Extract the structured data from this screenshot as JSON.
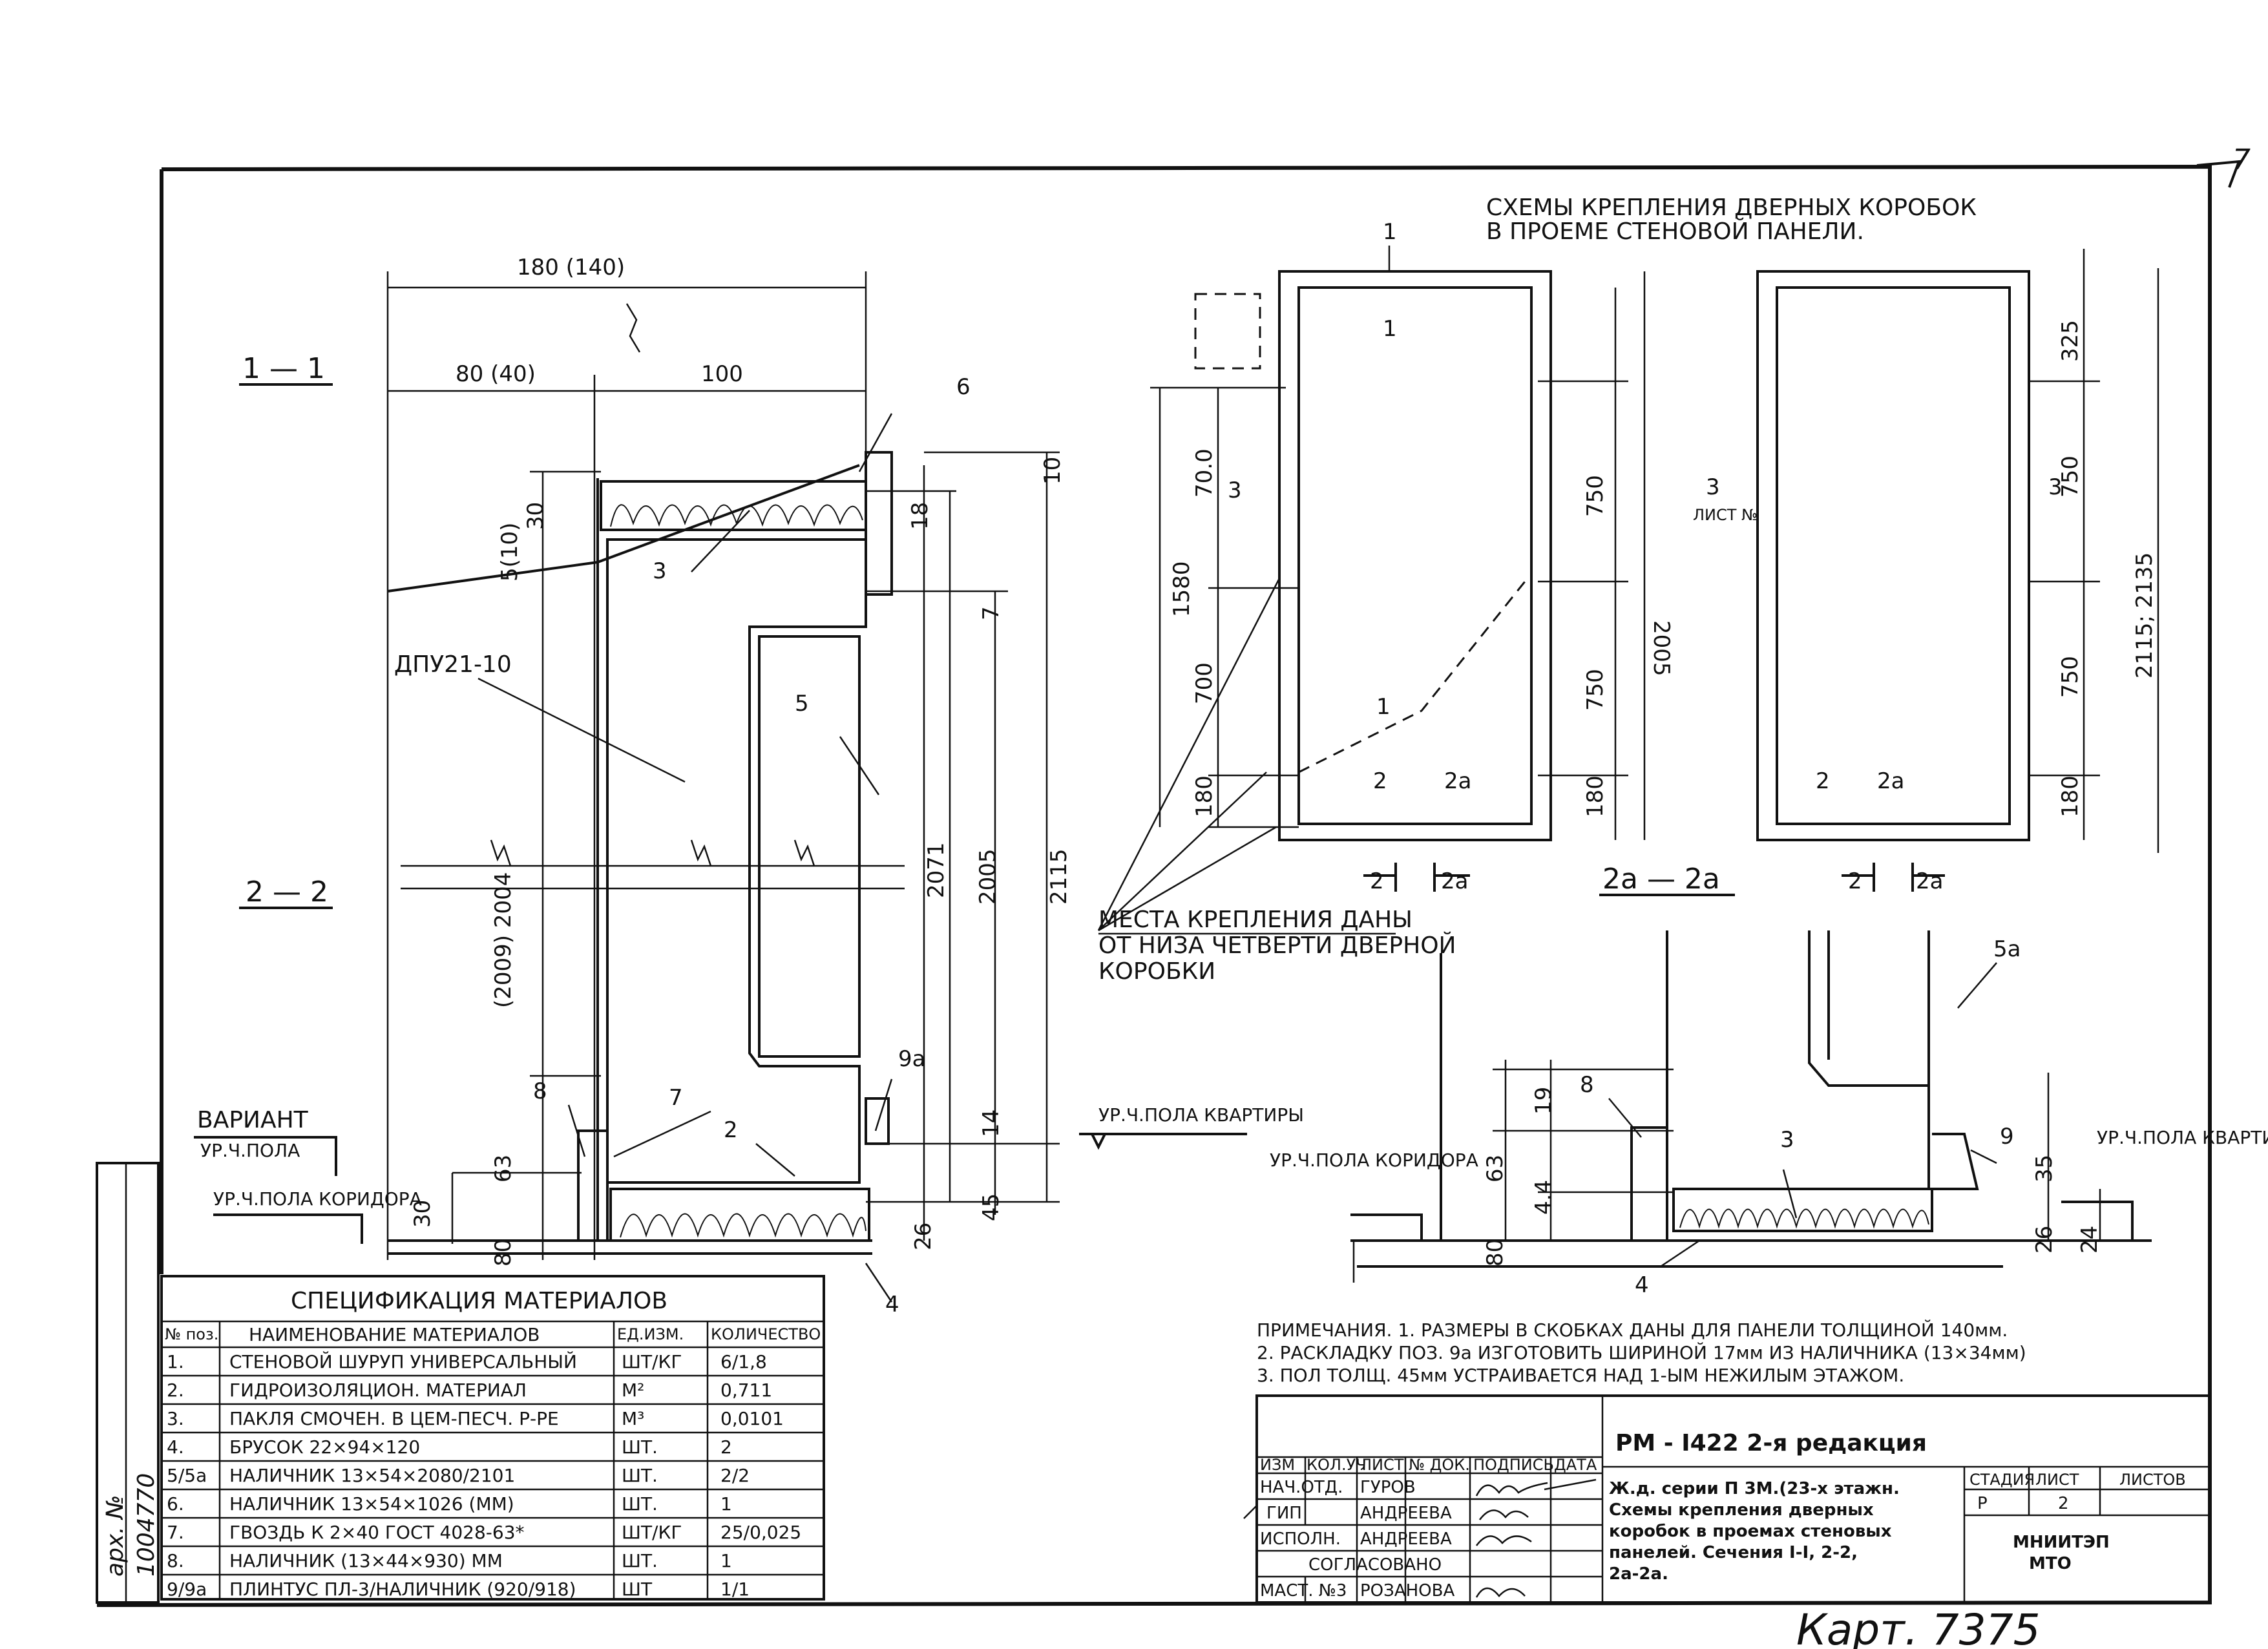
{
  "sheet_number": "7",
  "main_title": {
    "line1": "СХЕМЫ КРЕПЛЕНИЯ ДВЕРНЫХ КОРОБОК",
    "line2": "В ПРОЕМЕ СТЕНОВОЙ ПАНЕЛИ."
  },
  "section_11": {
    "label": "1 — 1",
    "dim_total": "180 (140)",
    "dim_left": "80 (40)",
    "dim_right": "100",
    "dims": [
      "30",
      "5(10)",
      "18",
      "10",
      "7",
      "(2009) 2004",
      "2071",
      "2005",
      "2115",
      "63",
      "30",
      "80",
      "14",
      "45",
      "26"
    ],
    "callouts": [
      "6",
      "3",
      "5",
      "2",
      "7",
      "8",
      "4",
      "9а"
    ],
    "panel_label": "ДПУ21-10"
  },
  "section_22_label": "2 — 2",
  "section_2a_label": "2а — 2а",
  "variant_label": "ВАРИАНТ",
  "floor_labels": {
    "floor1": "УР.Ч.ПОЛА",
    "corridor": "УР.Ч.ПОЛА КОРИДОРА",
    "apartment": "УР.Ч.ПОЛА КВАРТИРЫ",
    "corridor2": "УР.Ч.ПОЛА КОРИДОРА",
    "apartment2": "УР.Ч.ПОЛА КВАРТИРЫ"
  },
  "mount_note": {
    "line1": "МЕСТА КРЕПЛЕНИЯ ДАНЫ",
    "line2": "ОТ НИЗА ЧЕТВЕРТИ ДВЕРНОЙ",
    "line3": "КОРОБКИ"
  },
  "elevation_left": {
    "dims": [
      "1580",
      "70.0",
      "700",
      "180",
      "750",
      "2005",
      "750",
      "180"
    ],
    "marks": [
      "1",
      "1",
      "3",
      "2",
      "2а",
      "1",
      "2",
      "2а",
      "3",
      "ЛИСТ №"
    ]
  },
  "elevation_right": {
    "dims": [
      "325",
      "750",
      "2115; 2135",
      "750",
      "180"
    ],
    "marks": [
      "3",
      "2",
      "2а",
      "2",
      "2а"
    ]
  },
  "section_2a": {
    "dims": [
      "63",
      "19",
      "4.4",
      "80",
      "35",
      "26",
      "24"
    ],
    "callouts": [
      "5а",
      "8",
      "3",
      "9",
      "4"
    ]
  },
  "spec": {
    "title": "СПЕЦИФИКАЦИЯ МАТЕРИАЛОВ",
    "headers": [
      "№ поз.",
      "НАИМЕНОВАНИЕ МАТЕРИАЛОВ",
      "ЕД.ИЗМ.",
      "КОЛИЧЕСТВО"
    ],
    "rows": [
      [
        "1.",
        "СТЕНОВОЙ ШУРУП УНИВЕРСАЛЬНЫЙ",
        "ШТ/КГ",
        "6/1,8"
      ],
      [
        "2.",
        "ГИДРОИЗОЛЯЦИОН. МАТЕРИАЛ",
        "М²",
        "0,711"
      ],
      [
        "3.",
        "ПАКЛЯ СМОЧЕН. В ЦЕМ-ПЕСЧ. Р-РЕ",
        "М³",
        "0,0101"
      ],
      [
        "4.",
        "БРУСОК 22×94×120",
        "ШТ.",
        "2"
      ],
      [
        "5/5а",
        "НАЛИЧНИК 13×54×2080/2101",
        "ШТ.",
        "2/2"
      ],
      [
        "6.",
        "НАЛИЧНИК 13×54×1026 (ММ)",
        "ШТ.",
        "1"
      ],
      [
        "7.",
        "ГВОЗДЬ К 2×40 ГОСТ 4028-63*",
        "ШТ/КГ",
        "25/0,025"
      ],
      [
        "8.",
        "НАЛИЧНИК (13×44×930) ММ",
        "ШТ.",
        "1"
      ],
      [
        "9/9а",
        "ПЛИНТУС ПЛ-3/НАЛИЧНИК (920/918)",
        "ШТ",
        "1/1"
      ]
    ]
  },
  "notes": {
    "line1": "ПРИМЕЧАНИЯ. 1. РАЗМЕРЫ В СКОБКАХ ДАНЫ ДЛЯ ПАНЕЛИ ТОЛЩИНОЙ 140мм.",
    "line2": "2. РАСКЛАДКУ ПОЗ. 9а ИЗГОТОВИТЬ ШИРИНОЙ 17мм ИЗ НАЛИЧНИКА (13×34мм)",
    "line3": "3. ПОЛ ТОЛЩ. 45мм УСТРАИВАЕТСЯ НАД 1-ЫМ НЕЖИЛЫМ ЭТАЖОМ."
  },
  "stamp": {
    "doc_code": "РМ - I422   2-я редакция",
    "hdr": [
      "ИЗМ",
      "КОЛ.УЧ",
      "ЛИСТ",
      "№ ДОК.",
      "ПОДПИСЬ",
      "ДАТА"
    ],
    "people": [
      [
        "НАЧ.ОТД.",
        "ГУРОВ"
      ],
      [
        "ГИП",
        "АНДРЕЕВА"
      ],
      [
        "ИСПОЛН.",
        "АНДРЕЕВА"
      ],
      [
        "СОГЛАСОВАНО",
        ""
      ],
      [
        "МАСТ. №3",
        "РОЗАНОВА"
      ]
    ],
    "desc": [
      "Ж.д. серии П 3М.(23-х этажн.",
      "Схемы крепления дверных",
      "коробок в проемах стеновых",
      "панелей. Сечения I-I, 2-2,",
      "2а-2а."
    ],
    "stage_hdr": [
      "СТАДИЯ",
      "ЛИСТ",
      "ЛИСТОВ"
    ],
    "stage": "Р",
    "sheet": "2",
    "sheets": "",
    "org": [
      "МНИИТЭП",
      "МТО"
    ]
  },
  "side_stamp": [
    "арх. №",
    "1004770"
  ],
  "kart_number": "Карт. 7375"
}
